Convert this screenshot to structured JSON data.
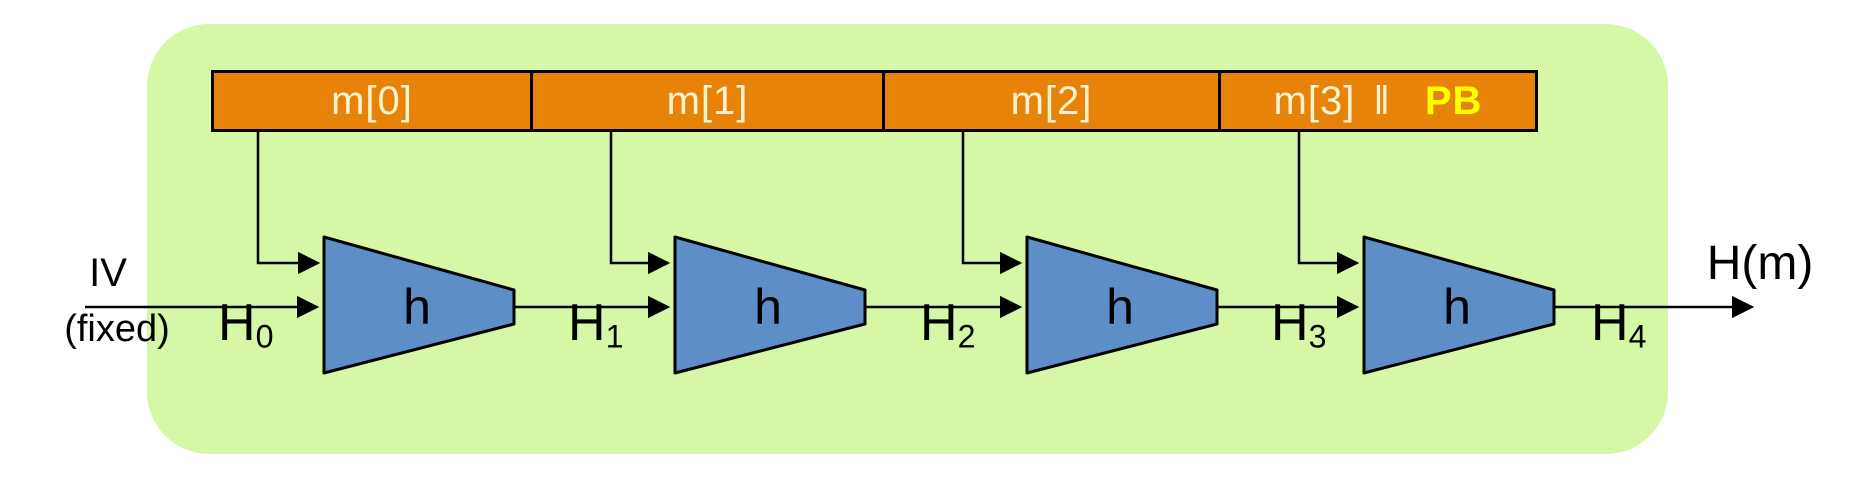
{
  "message_bar": {
    "blocks": [
      {
        "label": "m[0]"
      },
      {
        "label": "m[1]"
      },
      {
        "label": "m[2]"
      },
      {
        "label": "m[3]",
        "concat": "‖",
        "pad": "PB"
      }
    ]
  },
  "input": {
    "label": "IV",
    "note": "(fixed)"
  },
  "chain": [
    {
      "base": "H",
      "sub": "0"
    },
    {
      "base": "H",
      "sub": "1"
    },
    {
      "base": "H",
      "sub": "2"
    },
    {
      "base": "H",
      "sub": "3"
    },
    {
      "base": "H",
      "sub": "4"
    }
  ],
  "compression": {
    "label": "h"
  },
  "output": {
    "label": "H(m)"
  },
  "colors": {
    "panel_green": "#d6f8a6",
    "block_orange": "#e8830a",
    "block_text_cream": "#fcf3d1",
    "pad_yellow": "#ffff00",
    "function_blue": "#5d8ec8",
    "line_black": "#000000"
  }
}
